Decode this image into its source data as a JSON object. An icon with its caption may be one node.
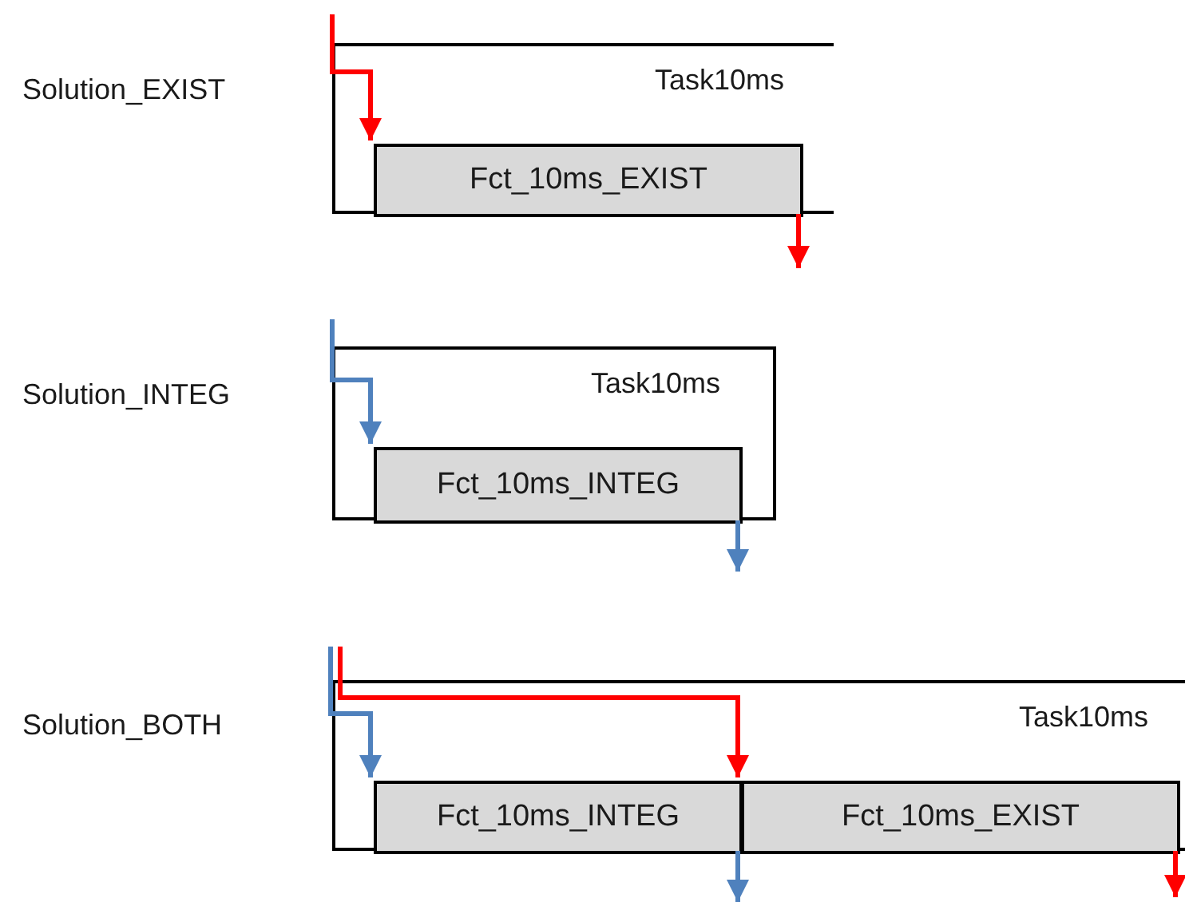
{
  "diagram": {
    "nodes": [
      {
        "text": [
          "Task10ms"
        ]
      },
      {
        "text": [
          "Fct_10ms_EXIST"
        ],
        "in": 0
      },
      {
        "text": [
          "Task10ms"
        ]
      },
      {
        "text": [
          "Fct_10ms_INTEG"
        ],
        "in": 2
      },
      {
        "text": [
          "Task10ms"
        ]
      },
      {
        "text": [
          "Fct_10ms_INTEG"
        ],
        "in": 4
      },
      {
        "text": [
          "Fct_10ms_EXIST"
        ],
        "in": 4
      }
    ],
    "edges": [
      {
        "from": null,
        "to": 1,
        "arrow": "to",
        "color": "#ff0000"
      },
      {
        "from": 1,
        "to": null,
        "arrow": "to",
        "color": "#ff0000"
      },
      {
        "from": null,
        "to": 3,
        "arrow": "to",
        "color": "#4f81bd"
      },
      {
        "from": 3,
        "to": null,
        "arrow": "to",
        "color": "#4f81bd"
      },
      {
        "from": null,
        "to": 5,
        "arrow": "to",
        "color": "#4f81bd"
      },
      {
        "from": null,
        "to": 6,
        "arrow": "to",
        "color": "#ff0000"
      },
      {
        "from": 5,
        "to": null,
        "arrow": "to",
        "color": "#4f81bd"
      },
      {
        "from": 6,
        "to": null,
        "arrow": "to",
        "color": "#ff0000"
      }
    ],
    "labels": [
      "Solution_EXIST",
      "Solution_INTEG",
      "Solution_BOTH"
    ]
  }
}
